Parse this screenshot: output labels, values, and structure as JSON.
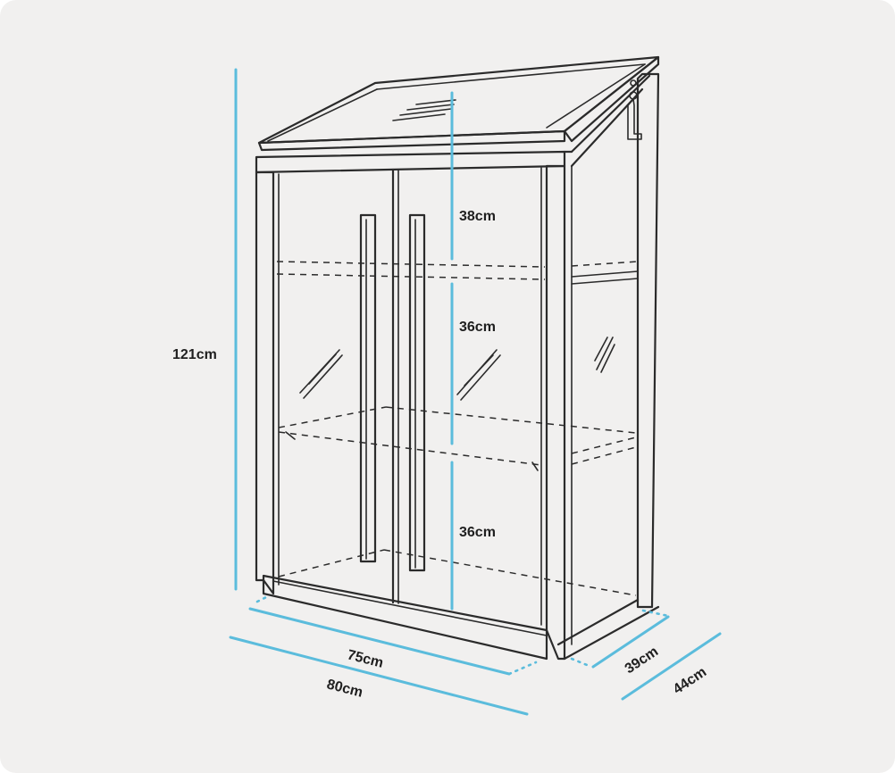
{
  "diagram": {
    "dimension_labels": {
      "height_total": "121cm",
      "shelf_top": "38cm",
      "shelf_middle": "36cm",
      "shelf_bottom": "36cm",
      "width_inner": "75cm",
      "width_outer": "80cm",
      "depth_inner": "39cm",
      "depth_outer": "44cm"
    },
    "colors": {
      "background": "#f1f0ef",
      "outline": "#2b2b2b",
      "dimension_line": "#5bbcdc",
      "label_text": "#1f1f1f"
    }
  }
}
